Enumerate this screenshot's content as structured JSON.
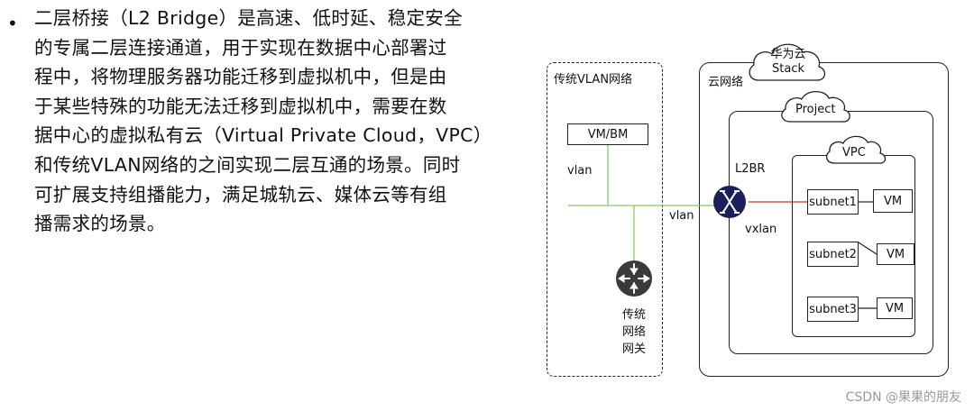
{
  "description": {
    "bullet": "•",
    "lines": [
      "二层桥接（L2 Bridge）是高速、低时延、稳定安全",
      "的专属二层连接通道，用于实现在数据中心部署过",
      "程中，将物理服务器功能迁移到虚拟机中，但是由",
      "于某些特殊的功能无法迁移到虚拟机中，需要在数",
      "据中心的虚拟私有云（Virtual Private Cloud，VPC）",
      "和传统VLAN网络的之间实现二层互通的场景。同时",
      "可扩展支持组播能力，满足城轨云、媒体云等有组",
      "播需求的场景。"
    ]
  },
  "diagram": {
    "traditional_vlan": {
      "title": "传统VLAN网络",
      "vm_bm_label": "VM/BM",
      "vlan_label": "vlan",
      "gateway_lines": [
        "传统",
        "网络",
        "网关"
      ]
    },
    "cloud": {
      "badge_lines": [
        "华为云",
        "Stack"
      ],
      "title": "云网络",
      "project_label": "Project",
      "vpc_label": "VPC",
      "l2br_label": "L2BR",
      "vlan_label": "vlan",
      "vxlan_label": "vxlan",
      "subnets": [
        {
          "name": "subnet1",
          "vm": "VM"
        },
        {
          "name": "subnet2",
          "vm": "VM"
        },
        {
          "name": "subnet3",
          "vm": "VM"
        }
      ]
    },
    "colors": {
      "vlan_line": "#8fc56a",
      "vxlan_line": "#c0392b",
      "l2br_fill": "#1a1f5c",
      "gateway_fill": "#3a3a3a"
    }
  },
  "watermark": "CSDN @果果的朋友"
}
